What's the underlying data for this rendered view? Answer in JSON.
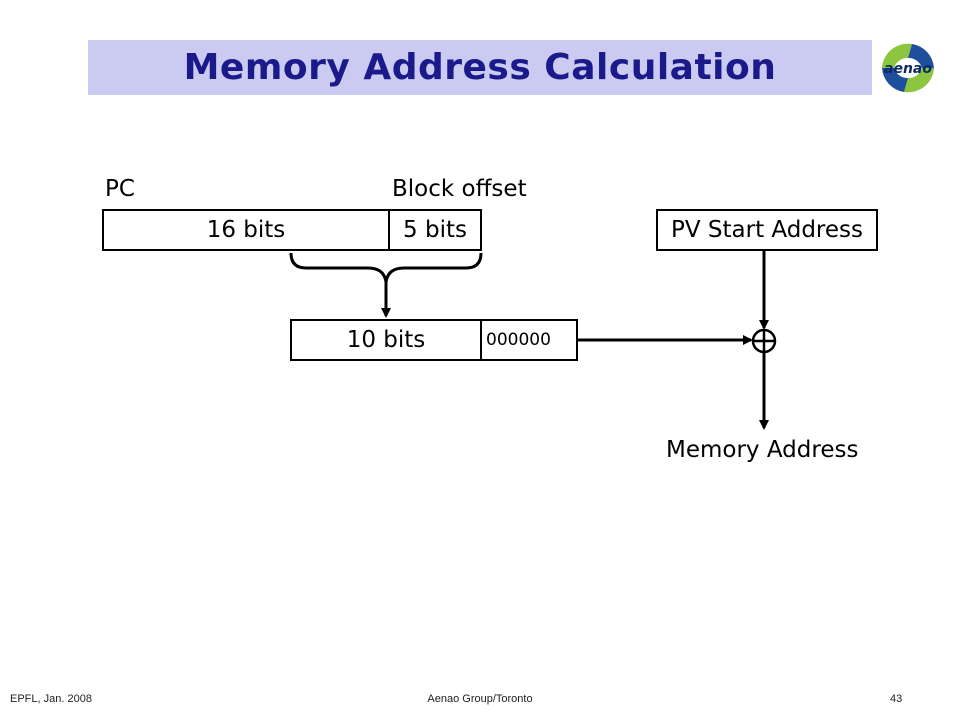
{
  "slide": {
    "title": "Memory Address Calculation",
    "logo_text": "aenao"
  },
  "diagram": {
    "pc_label": "PC",
    "block_offset_label": "Block offset",
    "pc_field_high": "16 bits",
    "pc_field_low": "5 bits",
    "index_field": "10 bits",
    "zero_padding": "000000",
    "pv_start_address": "PV Start Address",
    "adder_symbol": "⊕",
    "output_label": "Memory Address"
  },
  "footer": {
    "left": "EPFL, Jan. 2008",
    "center": "Aenao Group/Toronto",
    "page_number": "43"
  },
  "colors": {
    "title_bar": "#cbcbf2",
    "title_text": "#1a1a8a",
    "logo_green": "#8cc63f",
    "logo_blue": "#1d4f9c"
  }
}
